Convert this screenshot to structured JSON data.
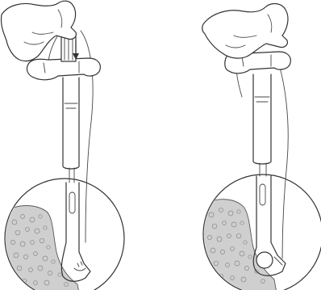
{
  "figure": {
    "panels": [
      {
        "id": "left",
        "instrument": "suture-passer",
        "indicator": "arrow-down-icon"
      },
      {
        "id": "right",
        "instrument": "suture-passer",
        "indicator": "none"
      }
    ]
  }
}
